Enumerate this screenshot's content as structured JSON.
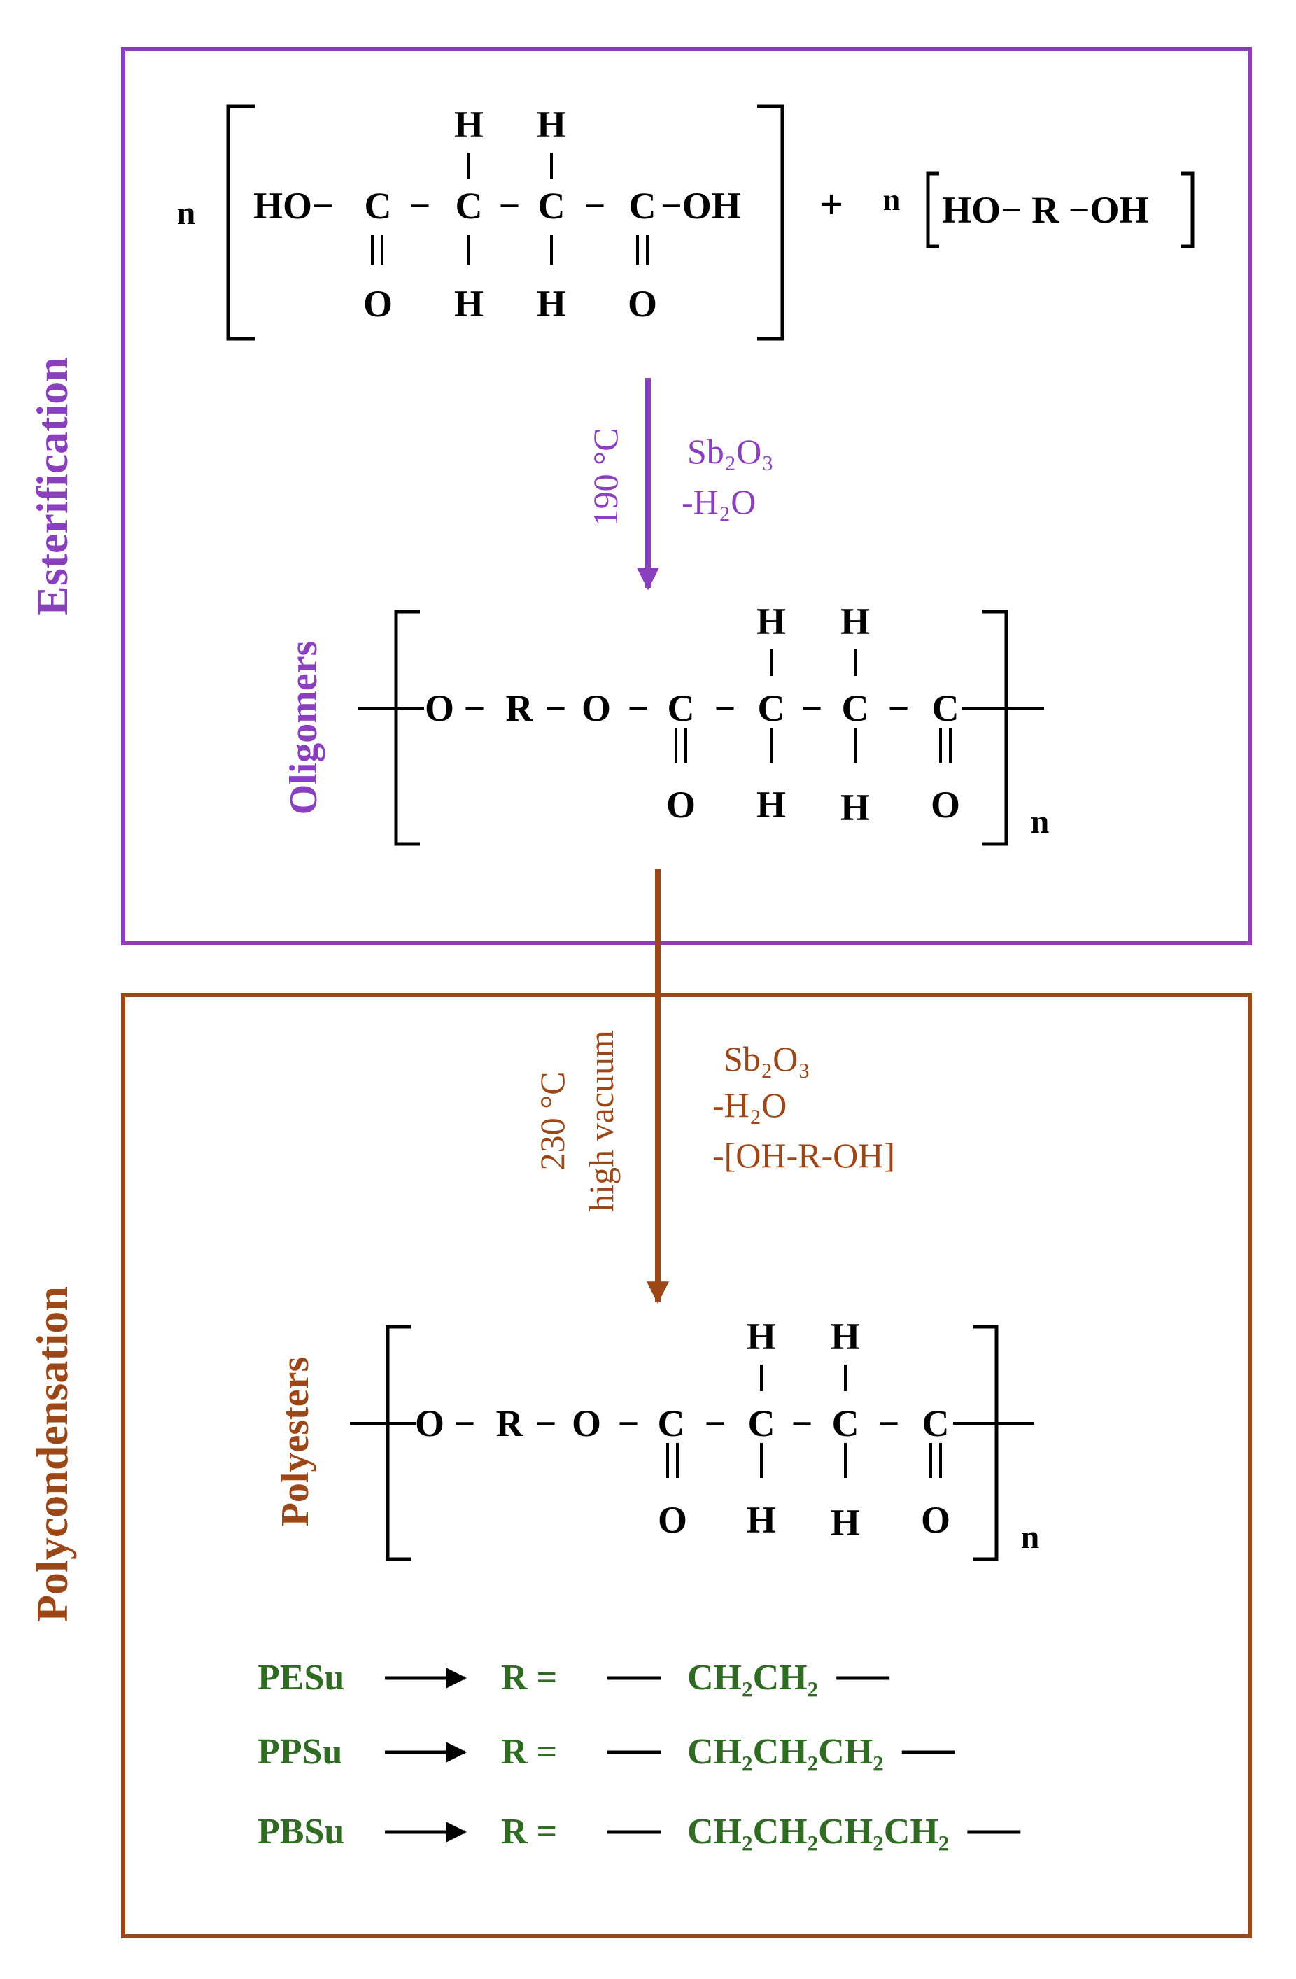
{
  "colors": {
    "esterification": "#8a3fbe",
    "polycondensation": "#9c4717",
    "green": "#2f6b22",
    "black": "#000000"
  },
  "stages": {
    "esterification": {
      "title": "Esterification",
      "conditions": {
        "temp": "190 °C",
        "catalyst": "Sb₂O₃",
        "byproduct": "-H₂O"
      },
      "product_label": "Oligomers"
    },
    "polycondensation": {
      "title": "Polycondensation",
      "conditions": {
        "temp": "230 °C",
        "pressure": "high vacuum",
        "catalyst": "Sb₂O₃",
        "byproduct1": "-H₂O",
        "byproduct2": "-[OH-R-OH]"
      },
      "product_label": "Polyesters"
    }
  },
  "reactants": {
    "coefficient": "n",
    "plus": "+",
    "acid": {
      "hl": "HO−",
      "c1": "C",
      "b1": "−",
      "c2": "C",
      "b2": "−",
      "c3": "C",
      "b3": "−",
      "c4": "C",
      "hr": "−OH",
      "h": "H",
      "o": "O"
    },
    "diol": "HO− R −OH"
  },
  "repeat_unit": {
    "chain": [
      "O",
      "−",
      "R",
      "−",
      "O",
      "−",
      "C",
      "−",
      "C",
      "−",
      "C",
      "−",
      "C"
    ],
    "h": "H",
    "o": "O",
    "subscript": "n"
  },
  "legend": [
    {
      "name": "PESu",
      "eq": "R =",
      "formula": "CH₂CH₂"
    },
    {
      "name": "PPSu",
      "eq": "R =",
      "formula": "CH₂CH₂CH₂"
    },
    {
      "name": "PBSu",
      "eq": "R =",
      "formula": "CH₂CH₂CH₂CH₂"
    }
  ]
}
